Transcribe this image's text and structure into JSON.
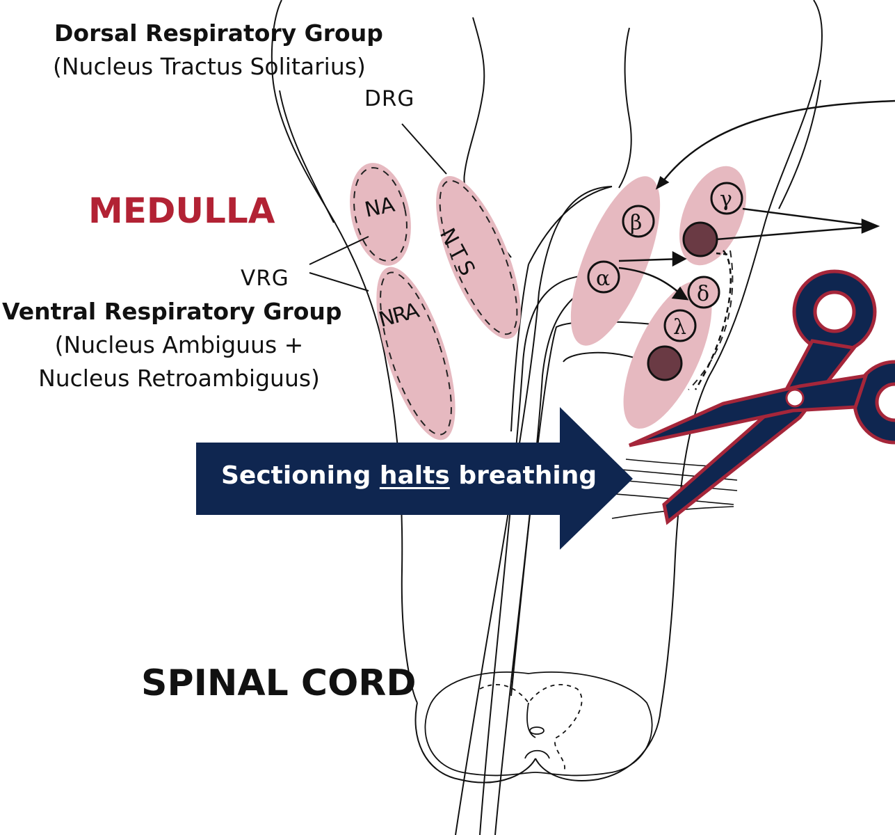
{
  "labels": {
    "drg_title": "Dorsal Respiratory Group",
    "drg_subtitle": "(Nucleus Tractus Solitarius)",
    "drg_abbr": "DRG",
    "medulla": "MEDULLA",
    "vrg_abbr": "VRG",
    "vrg_title": "Ventral Respiratory Group",
    "vrg_subtitle_1": "(Nucleus Ambiguus +",
    "vrg_subtitle_2": "Nucleus Retroambiguus)",
    "spinal_cord": "SPINAL CORD"
  },
  "nuclei": {
    "na": "NA",
    "nra": "NRA",
    "nts": "NTS"
  },
  "neurons": {
    "alpha": "α",
    "beta": "β",
    "gamma": "γ",
    "delta": "δ",
    "lambda": "λ"
  },
  "arrow": {
    "text_before": "Sectioning ",
    "text_emphasis": "halts",
    "text_after": " breathing"
  },
  "colors": {
    "medulla_red": "#b22234",
    "nucleus_pink": "#e6b9c0",
    "arrow_navy": "#0f2650",
    "scissors_red": "#a5263a"
  },
  "icons": {
    "scissors": "scissors-icon"
  }
}
